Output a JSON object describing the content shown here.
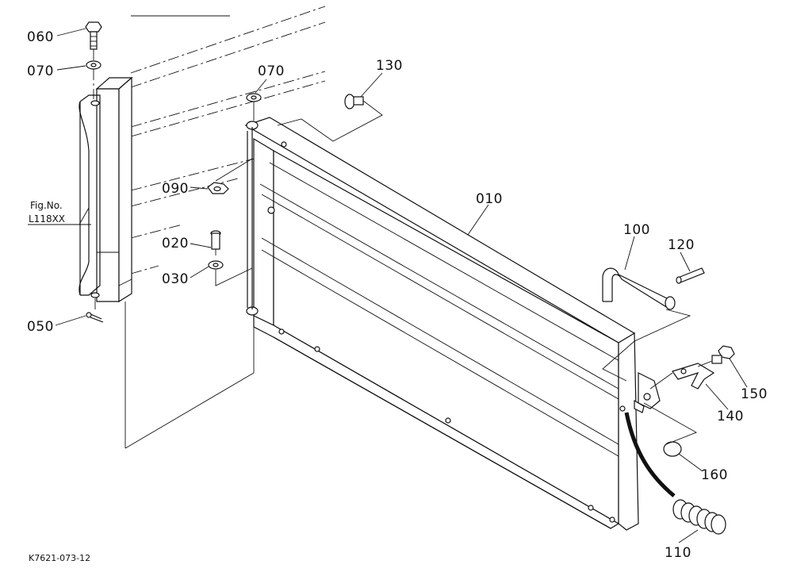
{
  "callouts": [
    {
      "id": "c060",
      "text": "060"
    },
    {
      "id": "c070a",
      "text": "070"
    },
    {
      "id": "c070b",
      "text": "070"
    },
    {
      "id": "c130",
      "text": "130"
    },
    {
      "id": "c090",
      "text": "090"
    },
    {
      "id": "c010",
      "text": "010"
    },
    {
      "id": "c020",
      "text": "020"
    },
    {
      "id": "c030",
      "text": "030"
    },
    {
      "id": "c050",
      "text": "050"
    },
    {
      "id": "c100",
      "text": "100"
    },
    {
      "id": "c120",
      "text": "120"
    },
    {
      "id": "c150",
      "text": "150"
    },
    {
      "id": "c140",
      "text": "140"
    },
    {
      "id": "c160",
      "text": "160"
    },
    {
      "id": "c110",
      "text": "110"
    }
  ],
  "fig_ref": {
    "line1": "Fig.No.",
    "line2": "L118XX"
  },
  "drawing_code": "K7621-073-12"
}
